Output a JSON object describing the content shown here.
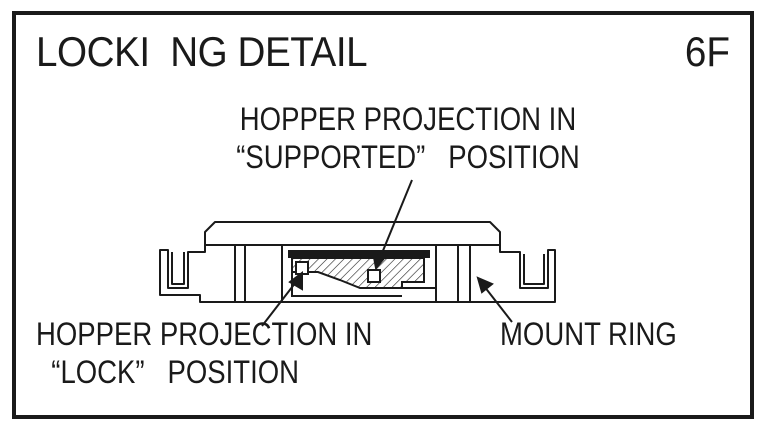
{
  "title": "LOCKI  NG DETAIL",
  "figure_id": "6F",
  "labels": {
    "supported": "HOPPER PROJECTION IN\n“SUPPORTED”   POSITION",
    "lock": "HOPPER PROJECTION IN\n  “LOCK”   POSITION",
    "mount_ring": "MOUNT RING"
  }
}
